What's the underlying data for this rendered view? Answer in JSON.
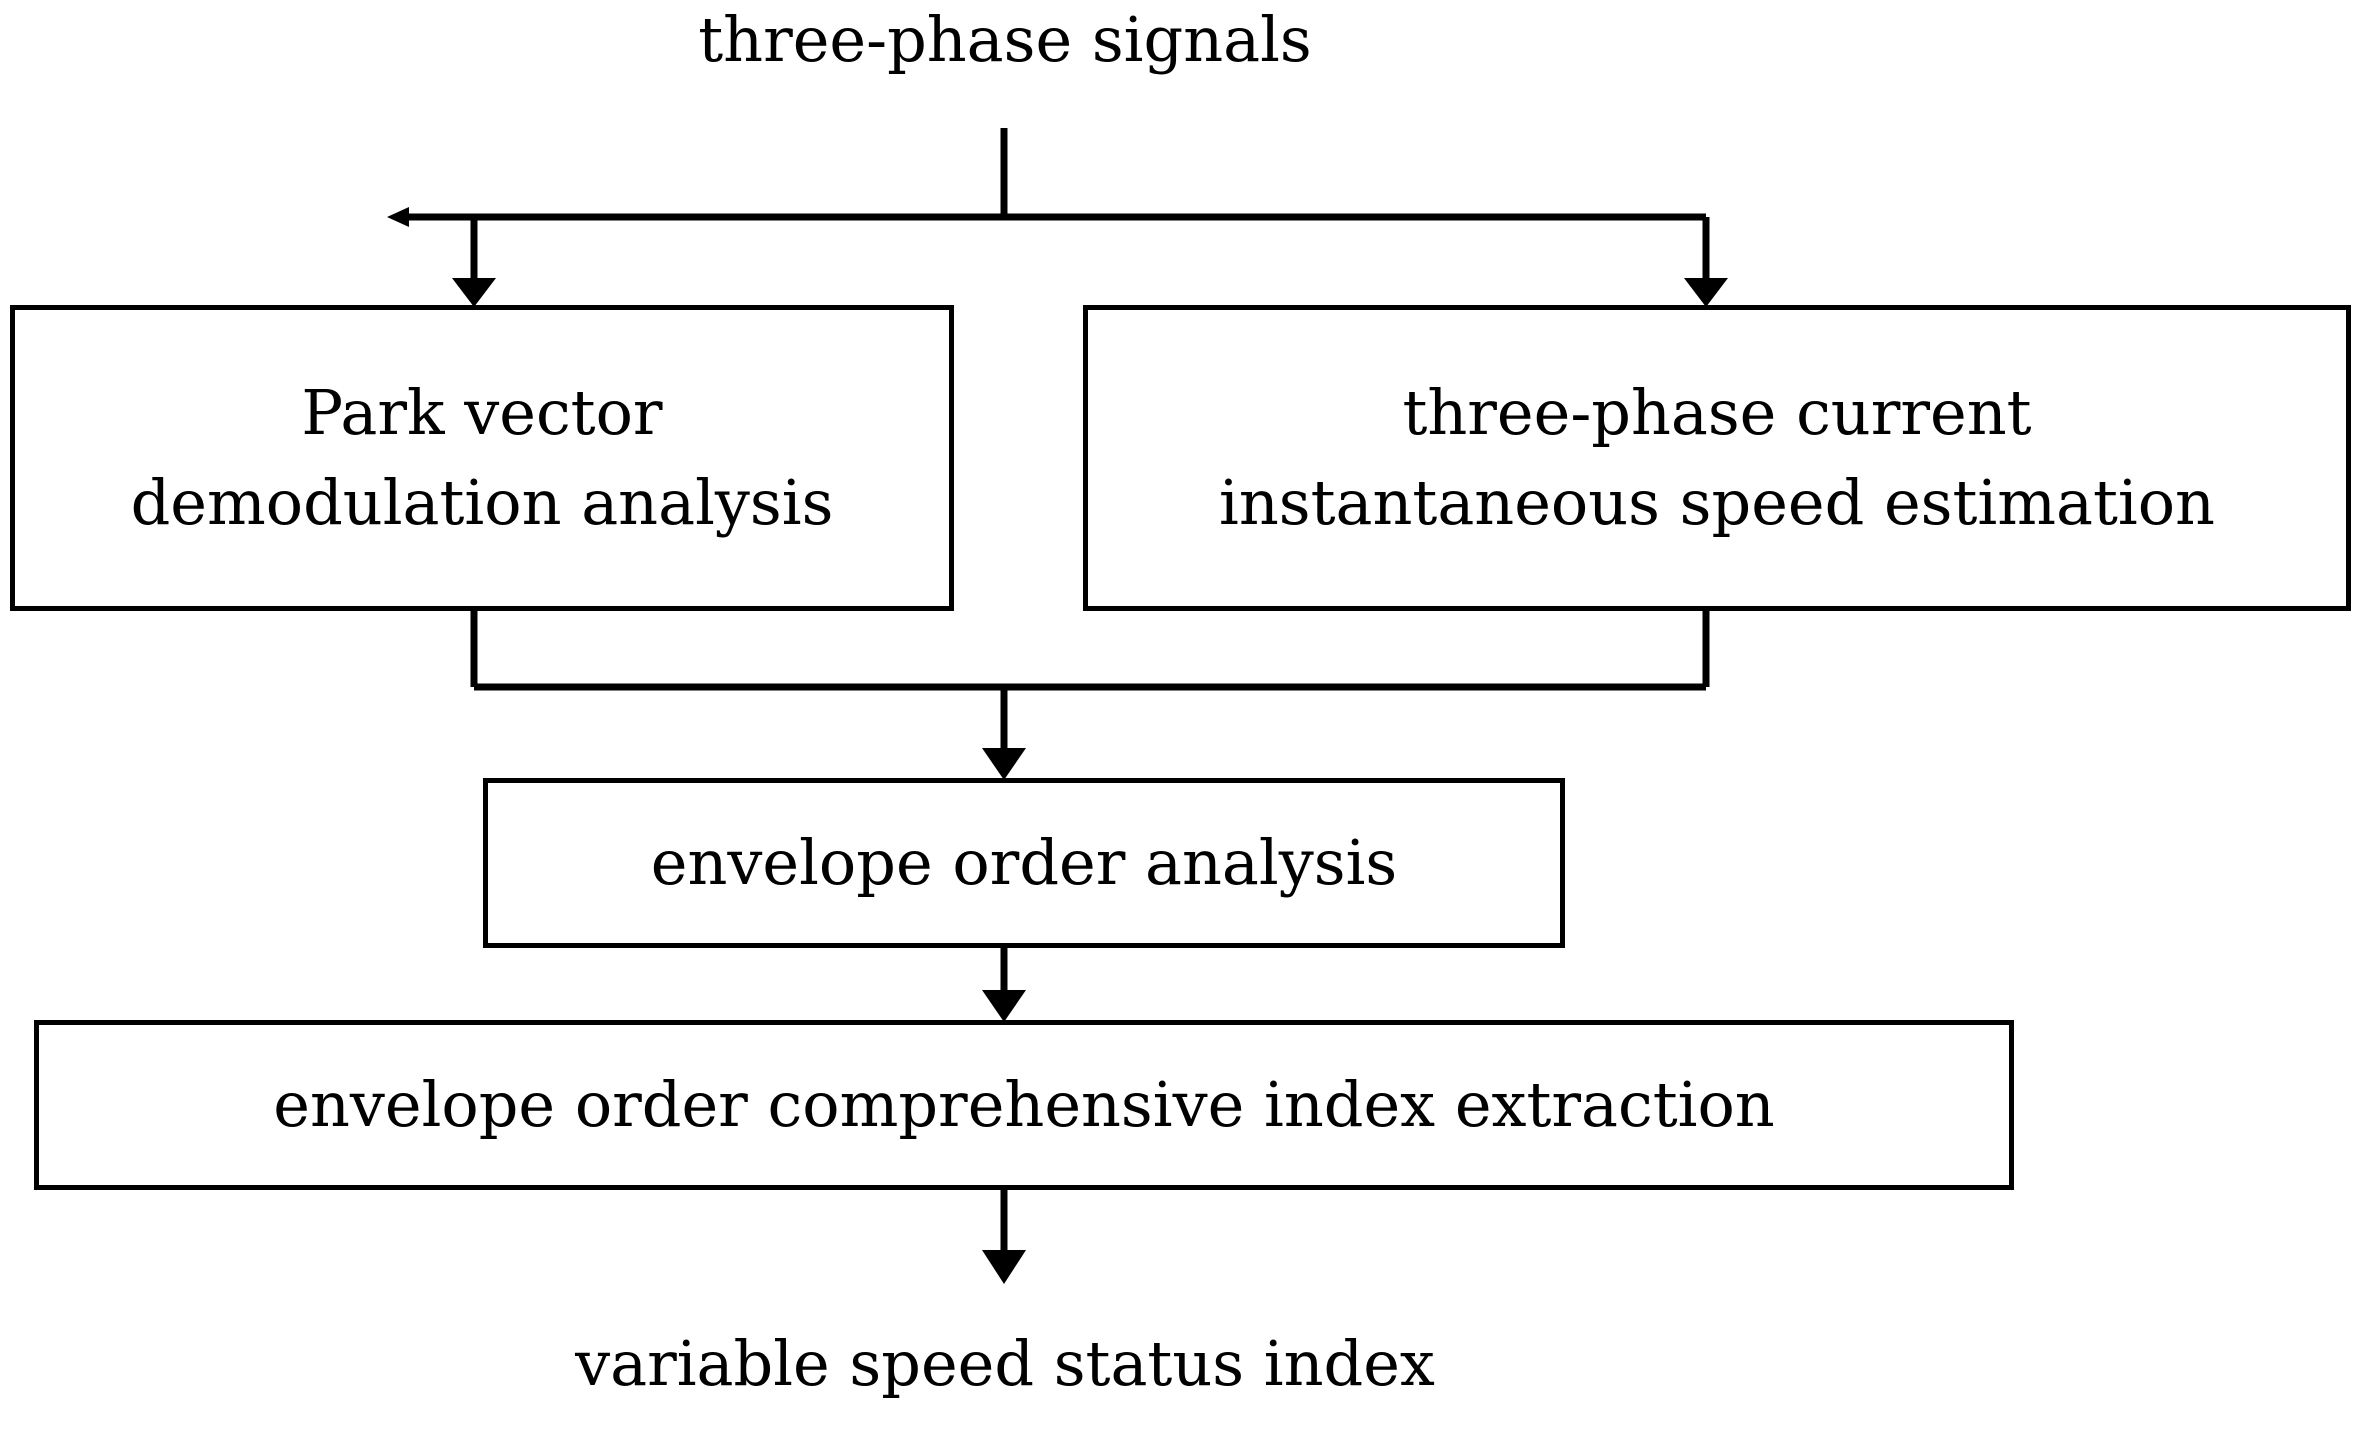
{
  "diagram": {
    "title": "three-phase signal processing flowchart",
    "orientation": "top-to-bottom",
    "line_color": "#000000",
    "background_color": "#ffffff",
    "text_color": "#000000",
    "nodes": {
      "input": {
        "id": "three-phase-signals",
        "label": "three-phase signals",
        "shape": "plain-text"
      },
      "park_vector": {
        "id": "park-vector-demodulation-analysis",
        "line1": "Park vector",
        "line2": "demodulation analysis",
        "shape": "rectangle"
      },
      "speed_estimation": {
        "id": "three-phase-current-instantaneous-speed-estimation",
        "line1": "three-phase current",
        "line2": "instantaneous speed estimation",
        "shape": "rectangle"
      },
      "envelope_order": {
        "id": "envelope-order-analysis",
        "label": "envelope order analysis",
        "shape": "rectangle"
      },
      "index_extraction": {
        "id": "envelope-order-comprehensive-index-extraction",
        "label": "envelope order comprehensive index extraction",
        "shape": "rectangle"
      },
      "output": {
        "id": "variable-speed-status-index",
        "label": "variable speed status index",
        "shape": "plain-text"
      }
    },
    "edges": [
      {
        "from": "input",
        "to": "park_vector",
        "style": "split-arrow"
      },
      {
        "from": "input",
        "to": "speed_estimation",
        "style": "split-arrow"
      },
      {
        "from": "park_vector",
        "to": "envelope_order",
        "style": "merge-arrow"
      },
      {
        "from": "speed_estimation",
        "to": "envelope_order",
        "style": "merge-arrow"
      },
      {
        "from": "envelope_order",
        "to": "index_extraction",
        "style": "straight-arrow"
      },
      {
        "from": "index_extraction",
        "to": "output",
        "style": "straight-arrow"
      }
    ]
  }
}
